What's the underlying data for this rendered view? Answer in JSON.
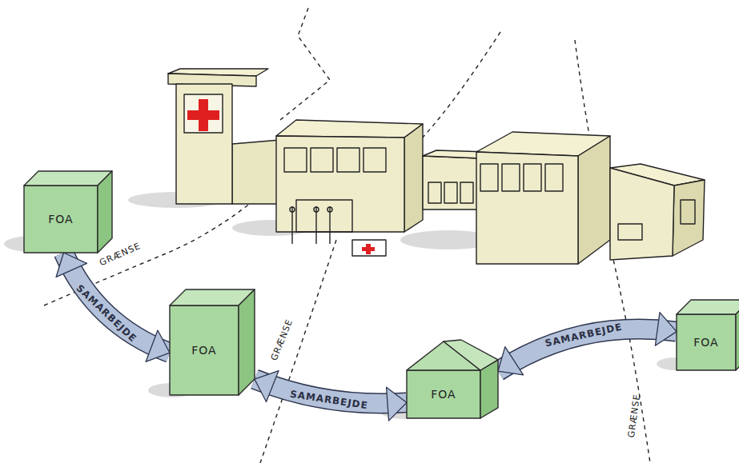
{
  "diagram": {
    "nodes": [
      {
        "text": [
          "FOA"
        ]
      },
      {
        "text": [
          "FOA"
        ]
      },
      {
        "text": [
          "FOA"
        ]
      },
      {
        "text": [
          "FOA"
        ]
      }
    ],
    "edges": [
      {
        "from": 0,
        "to": 1,
        "arrow": "both",
        "label": "SAMARBEJDE"
      },
      {
        "from": 1,
        "to": 2,
        "arrow": "both",
        "label": "SAMARBEJDE"
      },
      {
        "from": 2,
        "to": 3,
        "arrow": "both",
        "label": "SAMARBEJDE"
      }
    ],
    "labels": [
      "GRÆNSE",
      "GRÆNSE",
      "GRÆNSE"
    ]
  }
}
